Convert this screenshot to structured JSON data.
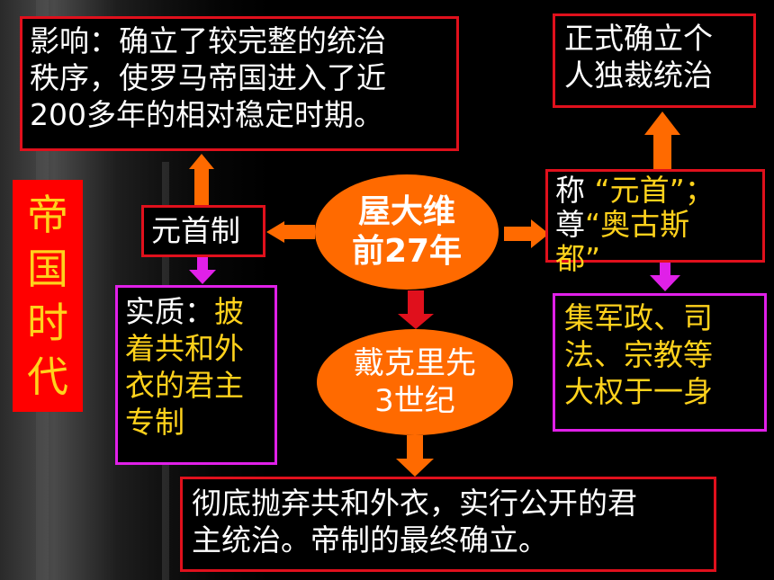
{
  "title_chars": [
    "帝",
    "国",
    "时",
    "代"
  ],
  "center": {
    "line1": "屋大维",
    "line2": "前27年"
  },
  "lower_center": {
    "line1": "戴克里先",
    "line2": "3世纪"
  },
  "influence": {
    "lines": [
      "影响：确立了较完整的统治",
      "秩序，使罗马帝国进入了近",
      "200多年的相对稳定时期。"
    ]
  },
  "principate": {
    "label": "元首制"
  },
  "essence": {
    "label": "实质：",
    "lines_first": "披",
    "lines": [
      "着共和外",
      "衣的君主",
      "专制"
    ]
  },
  "autocracy": {
    "lines": [
      "正式确立个",
      "人独裁统治"
    ]
  },
  "titles": {
    "prefix1": "称",
    "quote1": "“元首”；",
    "prefix2": "尊",
    "quote2": "“奥古斯",
    "quote2b": "都”"
  },
  "powers": {
    "lines": [
      "集军政、司",
      "法、宗教等",
      "大权于一身"
    ]
  },
  "final": {
    "lines": [
      "彻底抛弃共和外衣，实行公开的君",
      "主统治。帝制的最终确立。"
    ]
  },
  "colors": {
    "red": "#e0101c",
    "magenta": "#e020e8",
    "orange": "#ff6a00",
    "yellow": "#ffd21c"
  }
}
